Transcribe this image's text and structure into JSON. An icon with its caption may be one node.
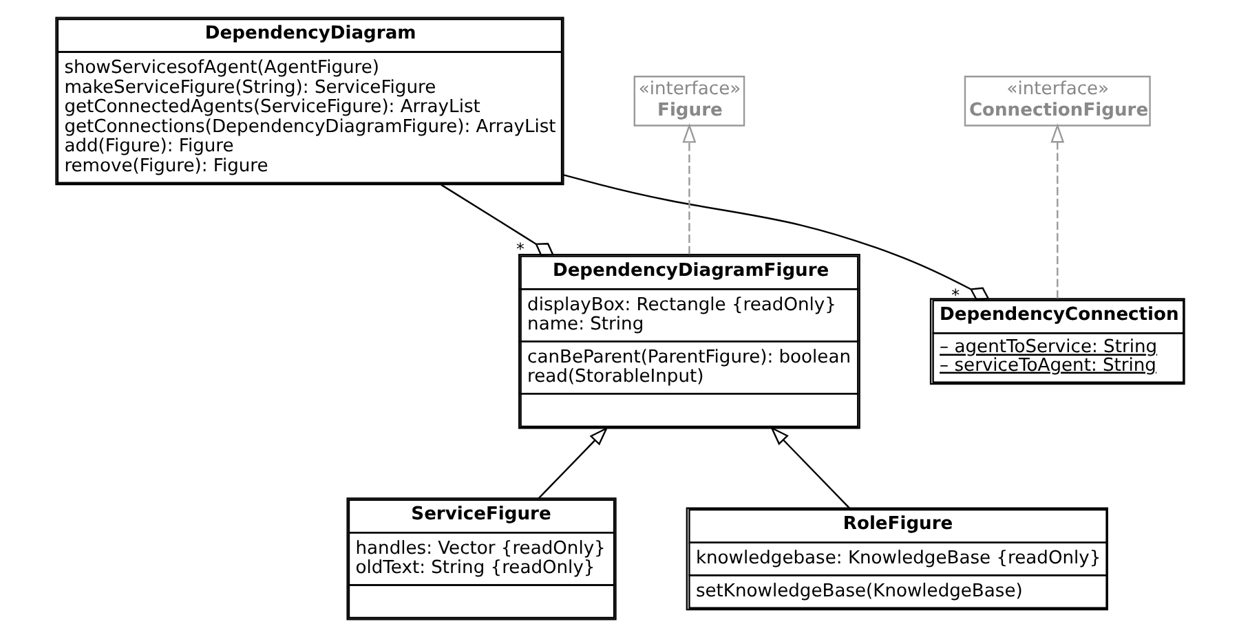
{
  "diagram": {
    "nodes": [
      {
        "text": [
          "DependencyDiagram",
          "showServicesofAgent(AgentFigure)",
          "makeServiceFigure(String): ServiceFigure",
          "getConnectedAgents(ServiceFigure): ArrayList",
          "getConnections(DependencyDiagramFigure): ArrayList",
          "add(Figure): Figure",
          "remove(Figure): Figure"
        ]
      },
      {
        "text": [
          "«interface»",
          "Figure"
        ]
      },
      {
        "text": [
          "«interface»",
          "ConnectionFigure"
        ]
      },
      {
        "text": [
          "DependencyDiagramFigure",
          "displayBox: Rectangle {readOnly}",
          "name: String",
          "canBeParent(ParentFigure): boolean",
          "read(StorableInput)"
        ]
      },
      {
        "text": [
          "DependencyConnection",
          "– agentToService: String",
          "– serviceToAgent: String"
        ]
      },
      {
        "text": [
          "ServiceFigure",
          "handles: Vector {readOnly}",
          "oldText: String {readOnly}"
        ]
      },
      {
        "text": [
          "RoleFigure",
          "knowledgebase: KnowledgeBase {readOnly}",
          "setKnowledgeBase(KnowledgeBase)"
        ]
      }
    ],
    "edges": [
      {
        "from": 3,
        "to": 1,
        "arrow": "to",
        "style": "dashed",
        "color": "#999999"
      },
      {
        "from": 4,
        "to": 2,
        "arrow": "to",
        "style": "dashed",
        "color": "#999999"
      },
      {
        "from": 0,
        "to": 3,
        "arrow": "other",
        "label": "*"
      },
      {
        "from": 0,
        "to": 4,
        "arrow": "other",
        "label": "*"
      },
      {
        "from": 5,
        "to": 3,
        "arrow": "to"
      },
      {
        "from": 6,
        "to": 3,
        "arrow": "to"
      }
    ]
  }
}
